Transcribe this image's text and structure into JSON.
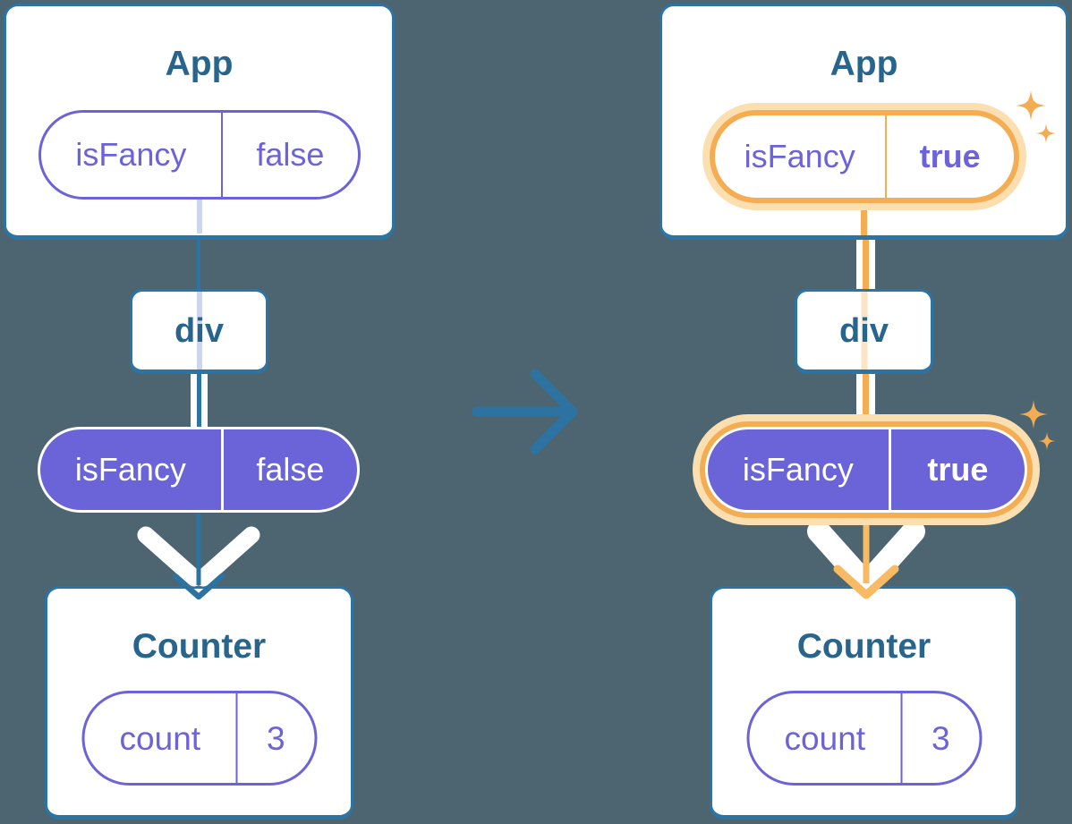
{
  "diagram": {
    "description_labels": {
      "component_app": "App",
      "component_div": "div",
      "component_counter": "Counter"
    },
    "before": {
      "app": {
        "title": "App",
        "prop_name": "isFancy",
        "prop_value": "false"
      },
      "div_label": "div",
      "passed_prop": {
        "name": "isFancy",
        "value": "false"
      },
      "counter": {
        "title": "Counter",
        "state_name": "count",
        "state_value": "3"
      }
    },
    "after": {
      "app": {
        "title": "App",
        "prop_name": "isFancy",
        "prop_value": "true"
      },
      "div_label": "div",
      "passed_prop": {
        "name": "isFancy",
        "value": "true"
      },
      "counter": {
        "title": "Counter",
        "state_name": "count",
        "state_value": "3"
      }
    }
  },
  "colors": {
    "background": "#4d6570",
    "node_border": "#2b74a4",
    "node_title": "#28658c",
    "prop_purple": "#6c63d8",
    "prop_pill_fill": "#6a64d8",
    "highlight_orange": "#f5ad53",
    "highlight_glow": "#fbdfb0",
    "pale_lavender_line": "#ccd6ef",
    "pale_orange_line": "#fbe5c6",
    "arrow_orange": "#f8ba62",
    "arrow_teal": "#2d73a1",
    "arrow_white": "#ffffff",
    "sparkle": "#f2ac52"
  },
  "icons": {
    "transition_arrow": "right-arrow",
    "flow_arrow": "down-arrow",
    "sparkle": "four-point-star"
  }
}
